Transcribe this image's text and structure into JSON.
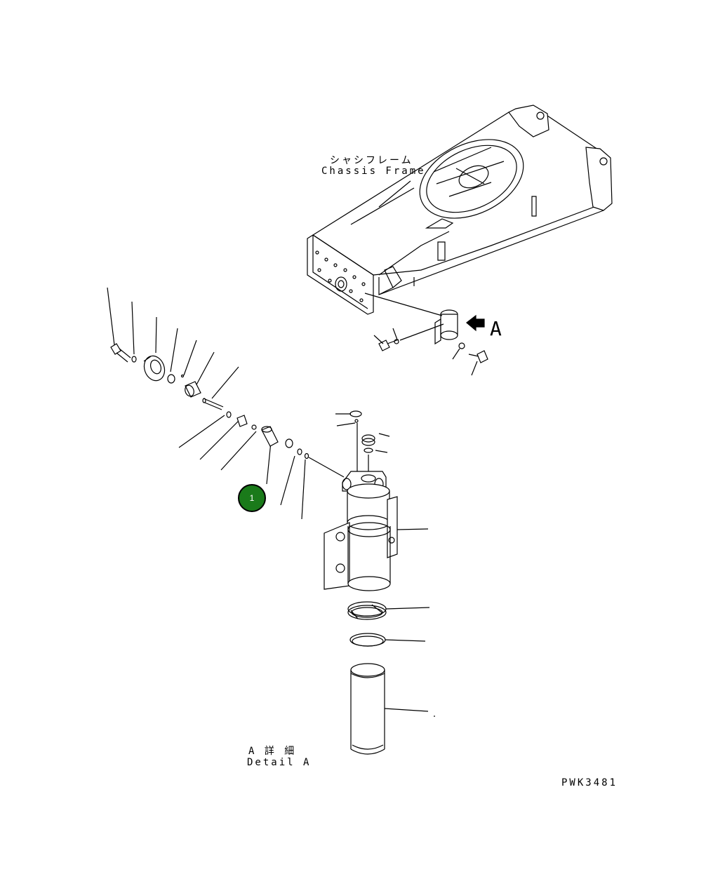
{
  "labels": {
    "chassis_frame_jp": "シャシフレーム",
    "chassis_frame_en": "Chassis Frame",
    "view_letter": "A",
    "detail_jp": "A 詳 細",
    "detail_en": "Detail A",
    "drawing_number": "PWK3481"
  },
  "callout": {
    "number": "1",
    "color": "#1a7a1a"
  },
  "colors": {
    "line": "#000000",
    "background": "#ffffff"
  }
}
